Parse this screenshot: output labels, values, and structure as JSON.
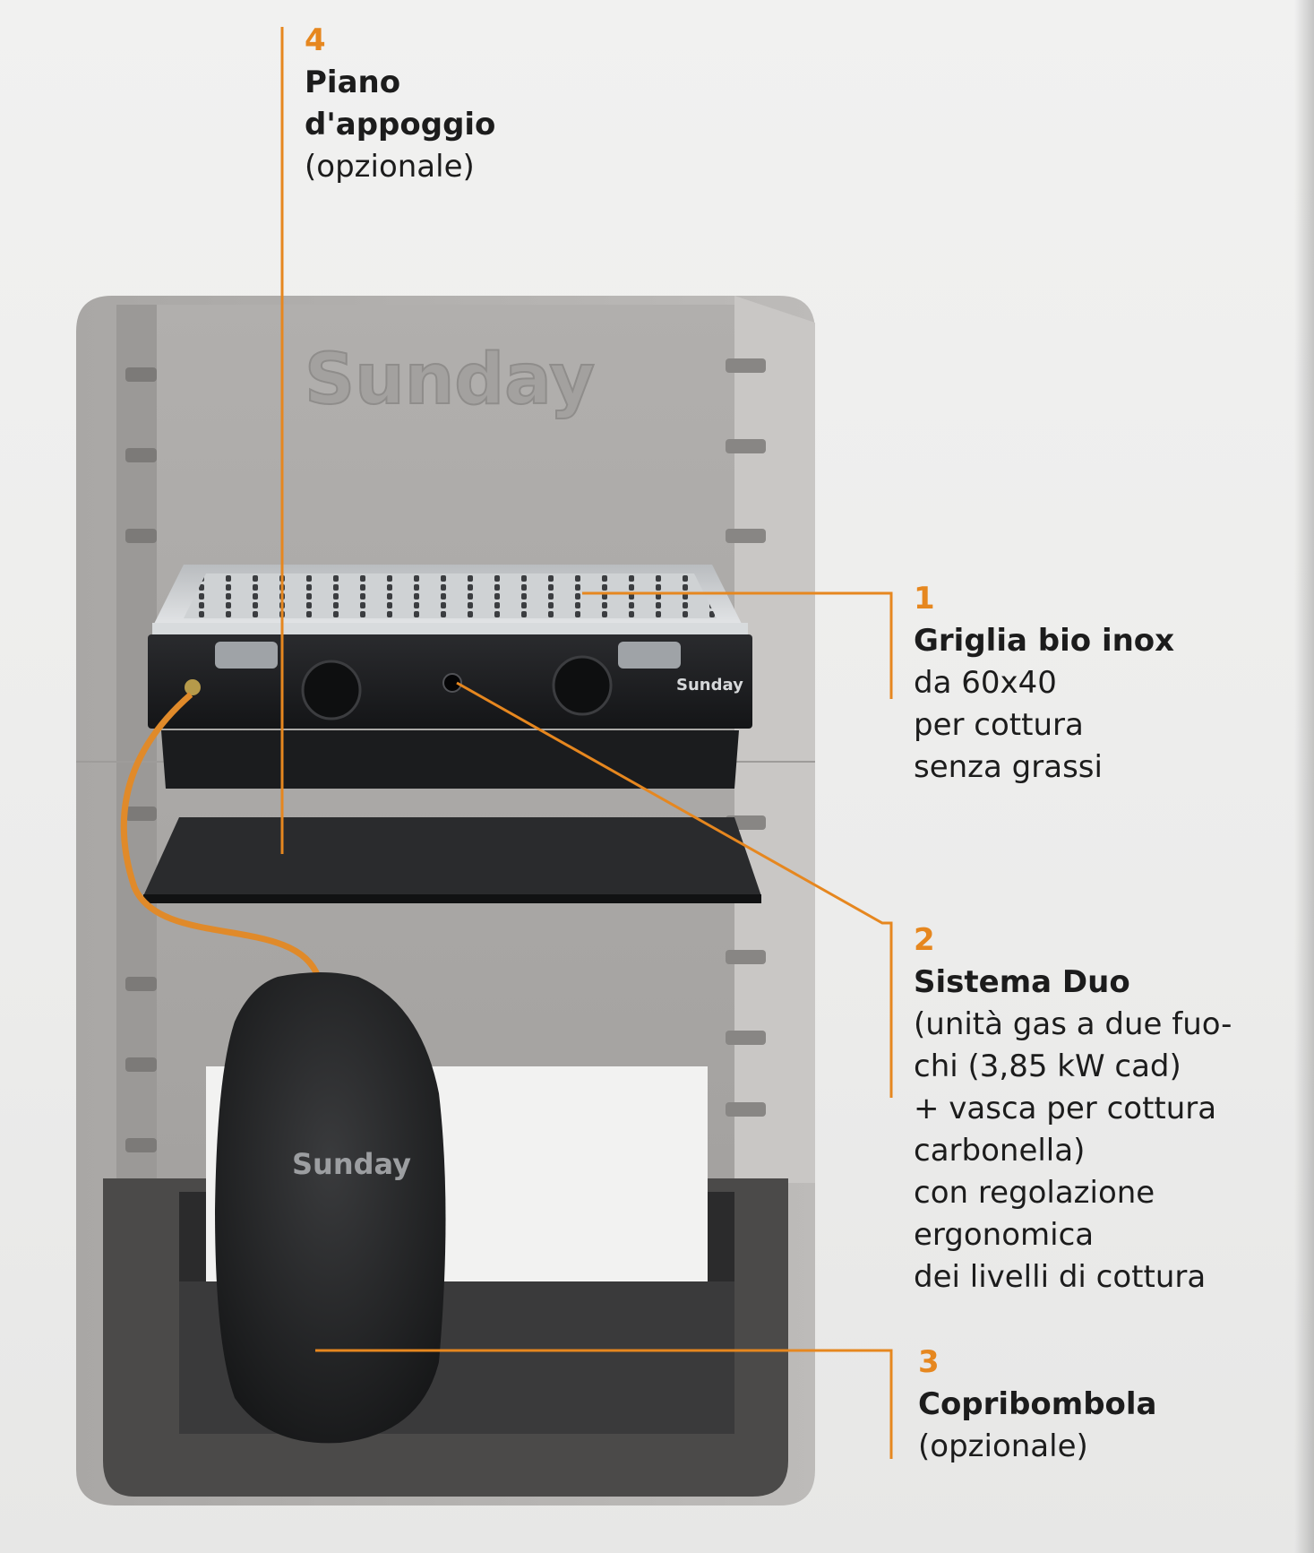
{
  "callouts": {
    "grill": {
      "number": "1",
      "title": "Griglia bio inox",
      "lines": [
        "da 60x40",
        "per cottura",
        "senza grassi"
      ]
    },
    "duo": {
      "number": "2",
      "title": "Sistema Duo",
      "lines": [
        "(unità gas a due fuo-",
        "chi (3,85 kW cad)",
        "+ vasca per cottura",
        "carbonella)",
        "con regolazione",
        "ergonomica",
        "dei livelli di cottura"
      ]
    },
    "cylinder_cover": {
      "number": "3",
      "title": "Copribombola",
      "lines": [
        "(opzionale)"
      ]
    },
    "shelf": {
      "number": "4",
      "title_lines": [
        "Piano",
        "d'appoggio"
      ],
      "lines": [
        "(opzionale)"
      ]
    }
  },
  "product_branding": {
    "wall_logo": "Sunday",
    "burner_logo": "Sunday",
    "cover_logo": "Sunday"
  },
  "colors": {
    "accent_orange": "#e6871f",
    "stone_grey": "#b9b7b5",
    "dark_stone": "#4a4948",
    "steel_black": "#1e1f21"
  }
}
